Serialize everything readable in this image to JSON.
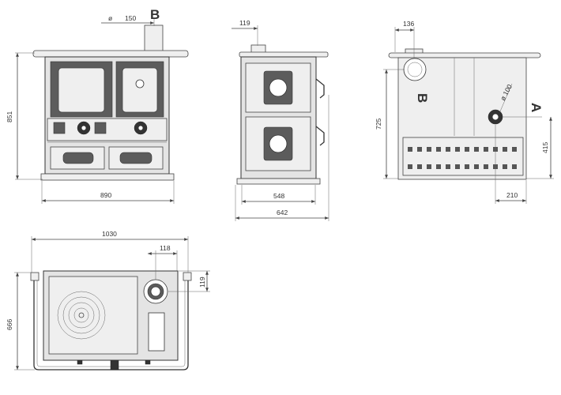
{
  "front_view": {
    "width": "890",
    "height": "851",
    "flue_offset": "150",
    "flue_symbol": "ø",
    "outlet_label": "B"
  },
  "side_view": {
    "depth_body": "548",
    "depth_total": "642",
    "flue_offset": "119"
  },
  "rear_view": {
    "flue_offset": "136",
    "outlet_b_label": "B",
    "inlet_a_label": "A",
    "duct_diameter": "ø 100",
    "flue_height": "725",
    "inlet_height": "415",
    "inlet_offset": "210"
  },
  "top_view": {
    "width": "1030",
    "depth": "666",
    "flue_x": "118",
    "flue_y": "119"
  }
}
